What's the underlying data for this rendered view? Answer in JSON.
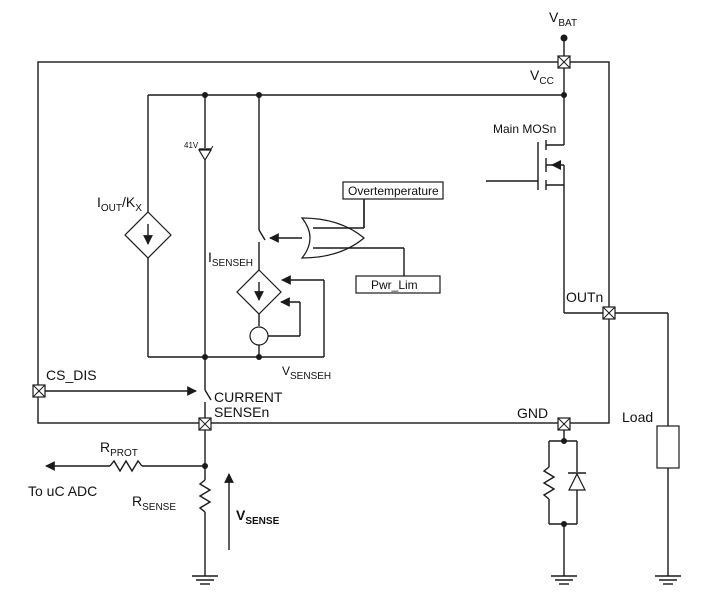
{
  "labels": {
    "vbat": {
      "main": "V",
      "sub": "BAT"
    },
    "vcc": {
      "main": "V",
      "sub": "CC"
    },
    "main_mos": "Main MOSn",
    "iout_kx": {
      "main": "I",
      "sub1": "OUT",
      "mid": "/K",
      "sub2": "X"
    },
    "zener": "41V",
    "overtemp": "Overtemperature",
    "pwr_lim": "Pwr_Lim",
    "isenseh": {
      "main": "I",
      "sub": "SENSEH"
    },
    "vsenseh": {
      "main": "V",
      "sub": "SENSEH"
    },
    "outn": "OUTn",
    "cs_dis": "CS_DIS",
    "current_sense": [
      "CURRENT",
      "SENSEn"
    ],
    "gnd": "GND",
    "load": "Load",
    "rprot": {
      "main": "R",
      "sub": "PROT"
    },
    "to_adc": "To uC ADC",
    "rsense": {
      "main": "R",
      "sub": "SENSE"
    },
    "vsense": {
      "main": "V",
      "sub": "SENSE"
    }
  }
}
